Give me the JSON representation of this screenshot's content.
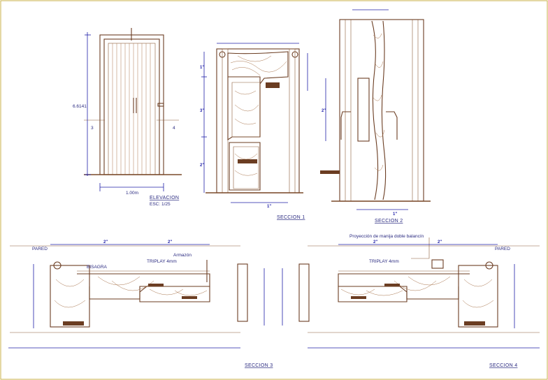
{
  "drawing": {
    "elevation": {
      "title": "ELEVACION",
      "scale": "ESC: 1/25",
      "height_dim": "6.6141",
      "width_dim": "1.00m",
      "cut_left": "3",
      "cut_right": "4"
    },
    "section1": {
      "title": "SECCION 1",
      "dims": [
        "1\"",
        "3\"",
        "2\"",
        "1\""
      ]
    },
    "section2": {
      "title": "SECCION 2",
      "dims": [
        "2\"",
        "1\""
      ]
    },
    "section3": {
      "title": "SECCION 3",
      "labels": {
        "wall": "PARED",
        "hinge": "BISAGRA",
        "frame": "Armazón",
        "plywood": "TRIPLAY 4mm"
      },
      "dims": [
        "2\"",
        "2\""
      ]
    },
    "section4": {
      "title": "SECCION 4",
      "labels": {
        "wall": "PARED",
        "projection": "Proyección de manija doble balancín",
        "plywood": "TRIPLAY 4mm"
      },
      "dims": [
        "2\"",
        "2\""
      ]
    }
  },
  "colors": {
    "wood_line": "#6b3d22",
    "dimension": "#1f1fa8",
    "text": "#2a2a80",
    "border": "#c9b24a"
  }
}
